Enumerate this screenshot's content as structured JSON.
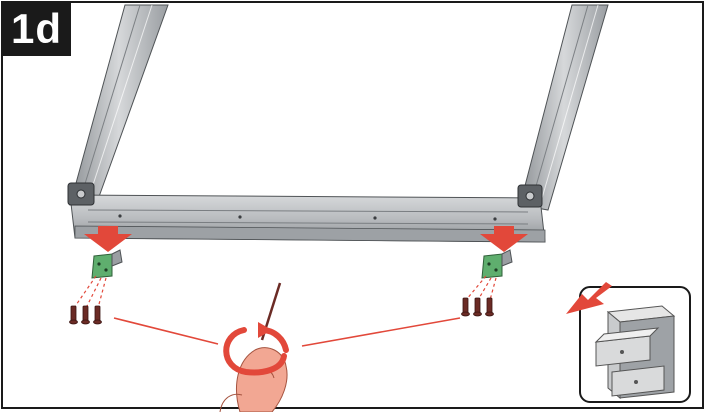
{
  "step": {
    "label": "1d"
  },
  "colors": {
    "frame_grey": "#b9bcbf",
    "frame_dark": "#6e7276",
    "arrow_red": "#e2483a",
    "bracket_green": "#5fae6e",
    "screw_dark": "#6b2b25",
    "hand_skin": "#f2a793",
    "border": "#1a1a1a"
  },
  "icons": {
    "main": "roof-window-frame",
    "inset": "chest-of-drawers",
    "action": "rotate-arrow"
  }
}
